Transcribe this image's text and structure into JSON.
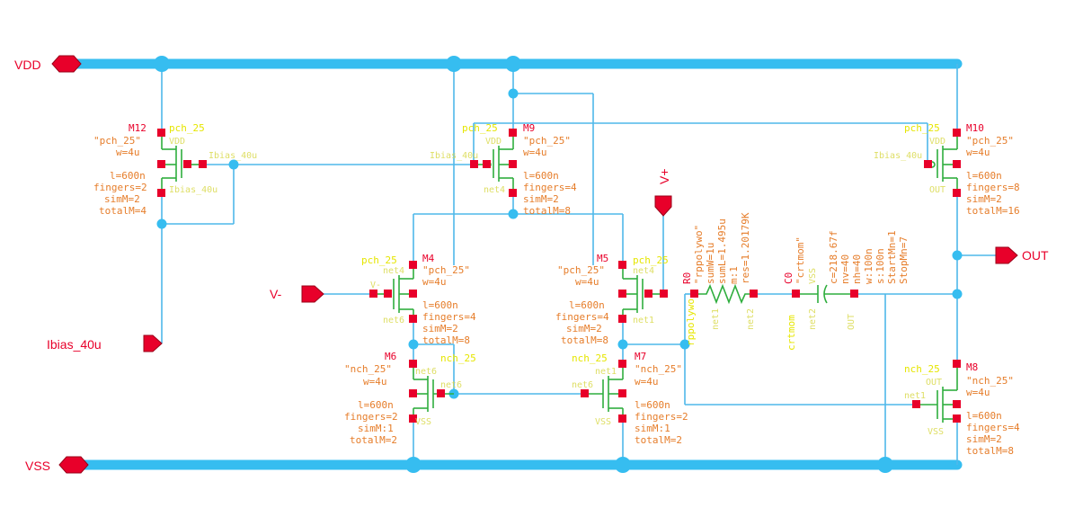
{
  "pins": {
    "vdd": "VDD",
    "vss": "VSS",
    "vminus": "V-",
    "vplus": "V+",
    "out": "OUT",
    "ibias": "Ibias_40u"
  },
  "devices": {
    "m12": {
      "inst": "M12",
      "model": "pch_25",
      "cell": "\"pch_25\"",
      "w": "w=4u",
      "l": "l=600n",
      "fingers": "fingers=2",
      "sim": "simM=2",
      "total": "totalM=4",
      "term_s": "VDD",
      "term_d": "Ibias_40u",
      "term_g": "Ibias_40u"
    },
    "m9": {
      "inst": "M9",
      "model": "pch_25",
      "cell": "\"pch_25\"",
      "w": "w=4u",
      "l": "l=600n",
      "fingers": "fingers=4",
      "sim": "simM=2",
      "total": "totalM=8",
      "term_s": "VDD",
      "term_g": "Ibias_40u",
      "term_d": "net4"
    },
    "m10": {
      "inst": "M10",
      "model": "pch_25",
      "cell": "\"pch_25\"",
      "w": "w=4u",
      "l": "l=600n",
      "fingers": "fingers=8",
      "sim": "simM=2",
      "total": "totalM=16",
      "term_s": "VDD",
      "term_g": "Ibias_40u",
      "term_d": "OUT"
    },
    "m4": {
      "inst": "M4",
      "model": "pch_25",
      "cell": "\"pch_25\"",
      "w": "w=4u",
      "l": "l=600n",
      "fingers": "fingers=4",
      "sim": "simM=2",
      "total": "totalM=8",
      "term_s": "net4",
      "term_g": "V-",
      "term_d": "net6"
    },
    "m5": {
      "inst": "M5",
      "model": "pch_25",
      "cell": "\"pch_25\"",
      "w": "w=4u",
      "l": "l=600n",
      "fingers": "fingers=4",
      "sim": "simM=2",
      "total": "totalM=8",
      "term_s": "net4",
      "term_d": "net1"
    },
    "m6": {
      "inst": "M6",
      "model": "nch_25",
      "cell": "\"nch_25\"",
      "w": "w=4u",
      "l": "l=600n",
      "fingers": "fingers=2",
      "sim": "simM:1",
      "total": "totalM=2",
      "term_d": "net6",
      "term_g": "net6",
      "term_s": "VSS"
    },
    "m7": {
      "inst": "M7",
      "model": "nch_25",
      "cell": "\"nch_25\"",
      "w": "w=4u",
      "l": "l=600n",
      "fingers": "fingers=2",
      "sim": "simM:1",
      "total": "totalM=2",
      "term_d": "net1",
      "term_g": "net6",
      "term_s": "VSS"
    },
    "m8": {
      "inst": "M8",
      "model": "nch_25",
      "cell": "\"nch_25\"",
      "w": "w=4u",
      "l": "l=600n",
      "fingers": "fingers=4",
      "sim": "simM=2",
      "total": "totalM=8",
      "term_d": "OUT",
      "term_g": "net1",
      "term_s": "VSS"
    },
    "r0": {
      "inst": "R0",
      "cell": "\"rppolywo\"",
      "sumw": "sumW=1u",
      "suml": "sumL=1.495u",
      "m": "m:1",
      "res": "res=1.20179K",
      "term_a": "net1",
      "term_b": "net2",
      "model": "rppolywo"
    },
    "c0": {
      "inst": "C0",
      "cell": "\"crtmom\"",
      "c": "c=218.67f",
      "nv": "nv=40",
      "nh": "nh=40",
      "w": "w:100n",
      "s": "s:100n",
      "startmn": "StartMn=1",
      "stopmn": "StopMn=7",
      "term_a": "net2",
      "term_b": "OUT",
      "model": "crtmom",
      "term_vss": "VSS"
    }
  },
  "colors": {
    "wire": "#4fb8ea",
    "rail": "#36bdf0",
    "pin": "#e8002a",
    "device": "#2fae3e",
    "param": "#e67d2a",
    "model": "#e6e600"
  }
}
